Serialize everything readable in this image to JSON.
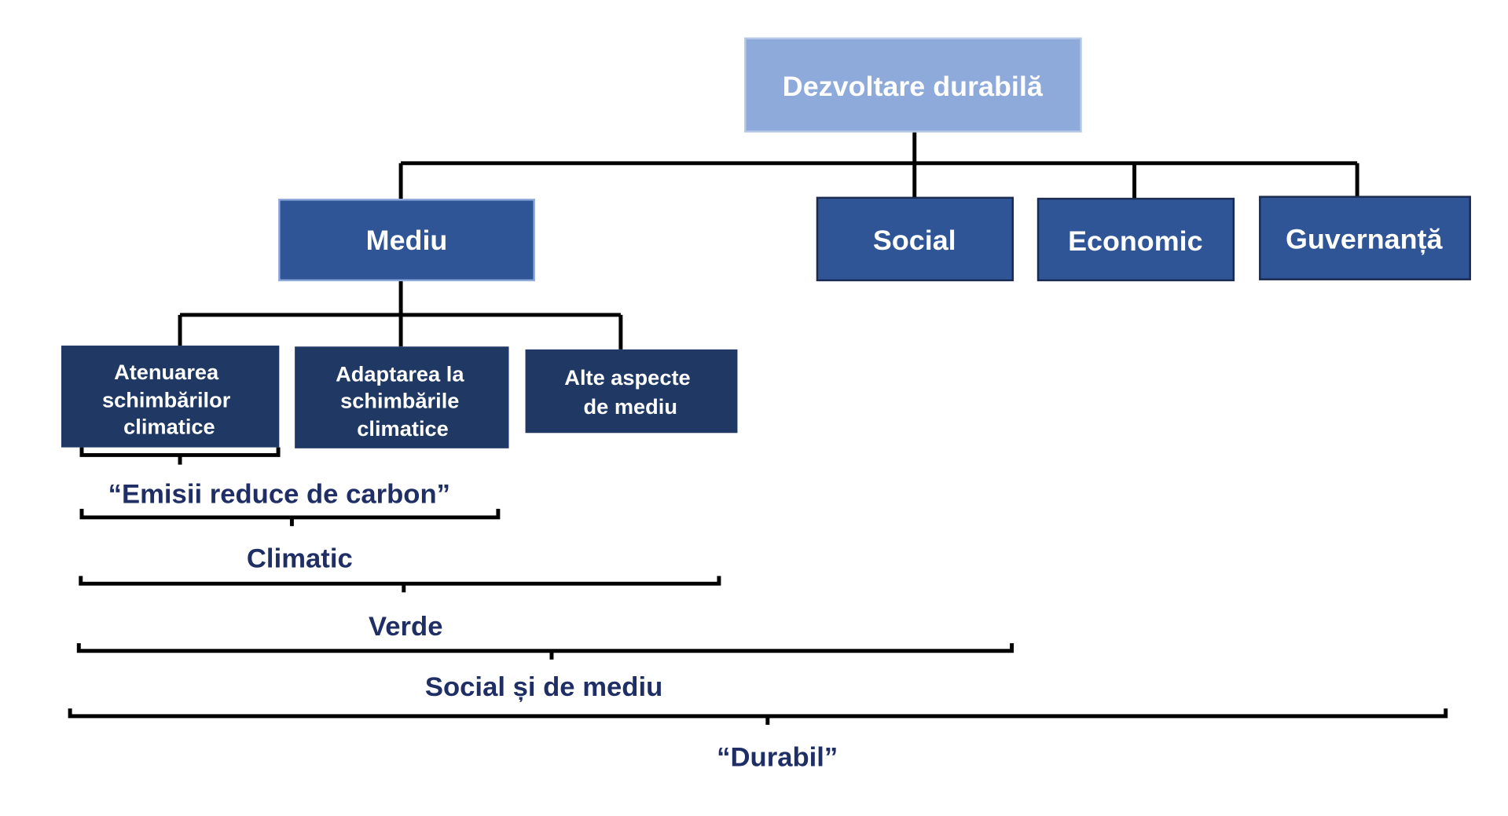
{
  "root": {
    "label": "Dezvoltare durabilă"
  },
  "pillars": [
    {
      "label": "Mediu"
    },
    {
      "label": "Social"
    },
    {
      "label": "Economic"
    },
    {
      "label": "Guvernanță"
    }
  ],
  "environment_children": [
    {
      "lines": [
        "Atenuarea",
        "schimbărilor",
        "climatice"
      ]
    },
    {
      "lines": [
        "Adaptarea la",
        "schimbările",
        "climatice"
      ]
    },
    {
      "lines": [
        "Alte aspecte",
        "de mediu"
      ]
    }
  ],
  "scopes": [
    {
      "label": "“Emisii reduce de carbon”"
    },
    {
      "label": "Climatic"
    },
    {
      "label": "Verde"
    },
    {
      "label": "Social și de mediu"
    },
    {
      "label": "“Durabil”"
    }
  ],
  "colors": {
    "root": "#8eaadb",
    "pillar": "#2f5597",
    "sub": "#203864",
    "scope_text": "#1f2f66"
  }
}
